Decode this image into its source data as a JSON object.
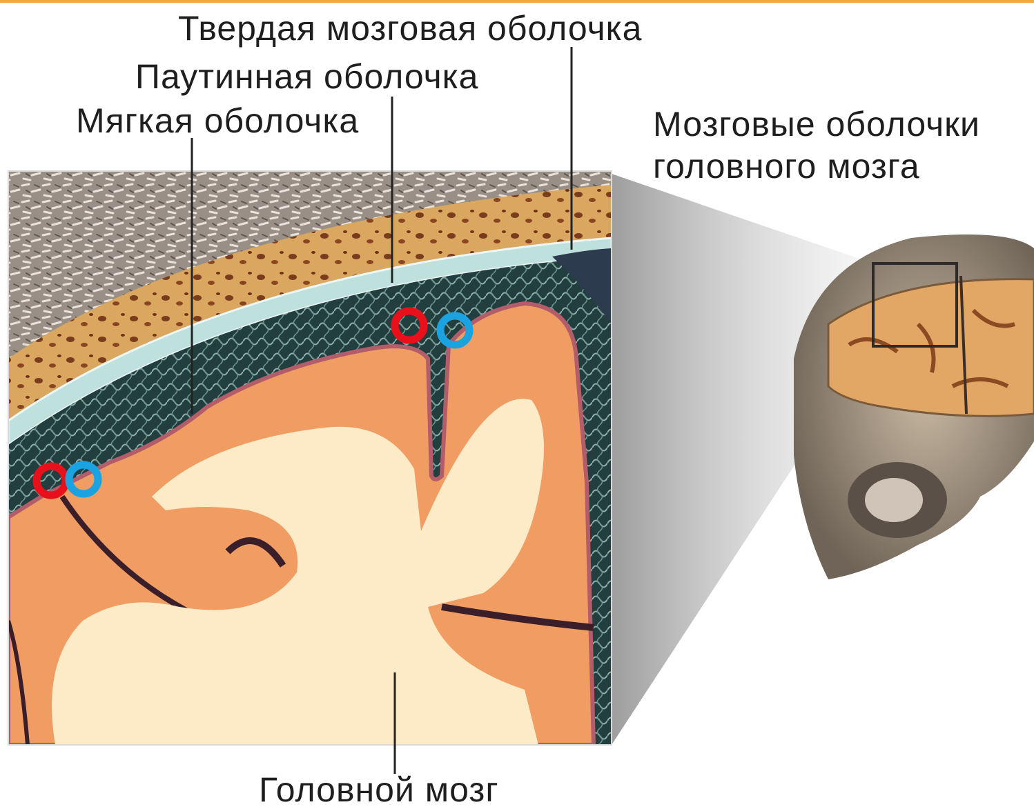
{
  "labels": {
    "dura_mater": "Твердая мозговая оболочка",
    "arachnoid": "Паутинная оболочка",
    "pia_mater": "Мягкая оболочка",
    "meninges_line1": "Мозговые оболочки",
    "meninges_line2": "головного мозга",
    "brain": "Головной мозг"
  },
  "colors": {
    "accent_top_rule": "#f2a93b",
    "marker_red": "#e8101b",
    "marker_blue": "#1aa3e0",
    "cortex_orange": "#f19c62",
    "white_matter": "#fcebc6",
    "bone": "#d9a760",
    "arachnoid_dark": "#1e3a3a"
  },
  "markers": [
    {
      "name": "red-ring-marker-1",
      "color": "red"
    },
    {
      "name": "blue-ring-marker-1",
      "color": "blue"
    },
    {
      "name": "red-ring-marker-2",
      "color": "red"
    },
    {
      "name": "blue-ring-marker-2",
      "color": "blue"
    }
  ]
}
